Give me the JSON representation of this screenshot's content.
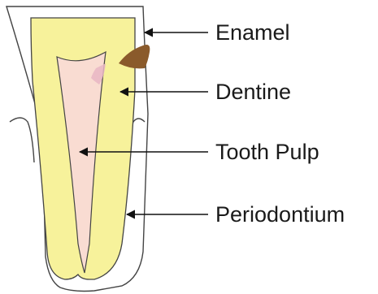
{
  "labels": {
    "enamel": "Enamel",
    "dentine": "Dentine",
    "pulp": "Tooth Pulp",
    "periodontium": "Periodontium"
  },
  "colors": {
    "background": "#ffffff",
    "dentine": "#f7f29b",
    "pulp": "#f9dcd2",
    "pulp_highlight": "#e9b6c4",
    "decay": "#8a5a2b",
    "outline": "#444444"
  }
}
